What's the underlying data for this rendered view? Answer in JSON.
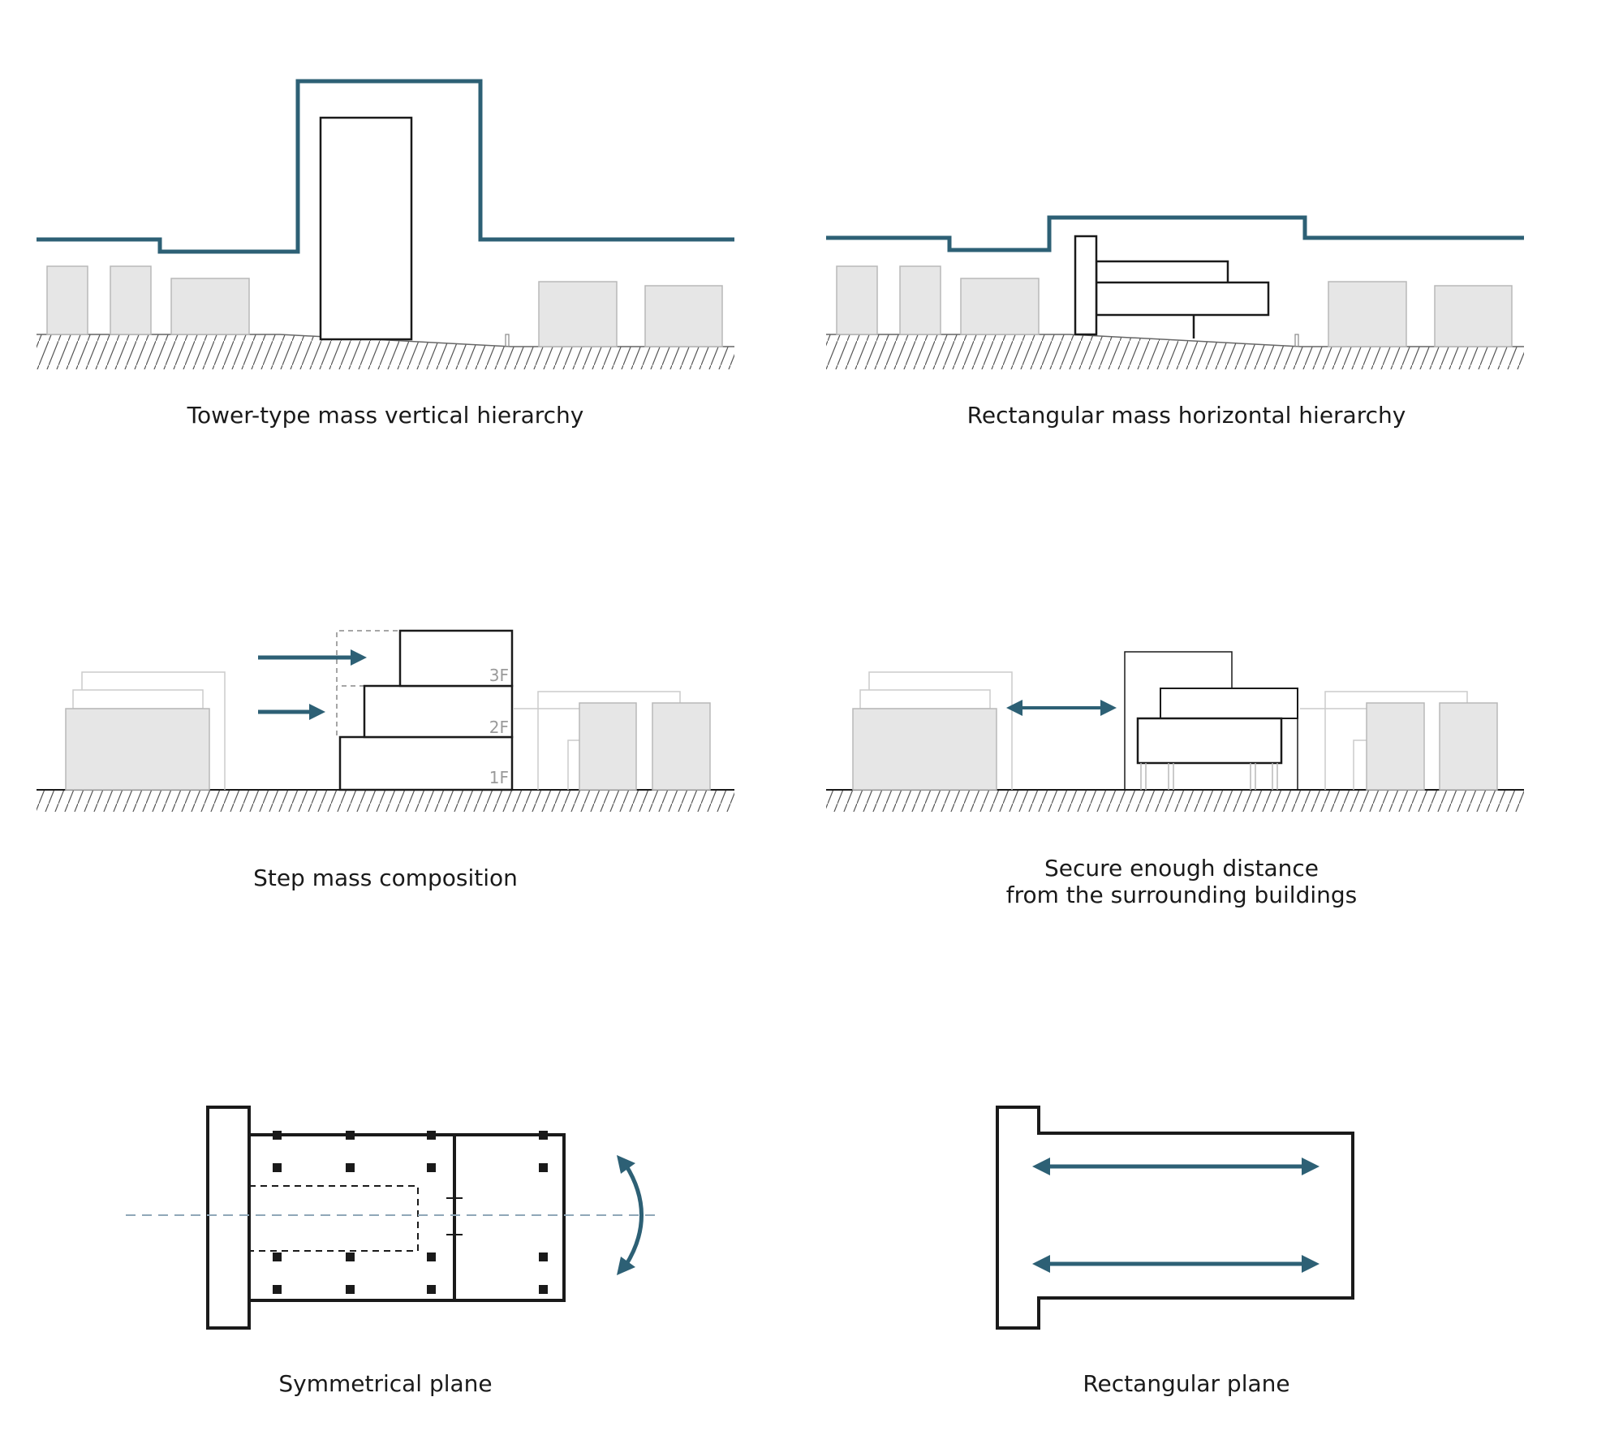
{
  "colors": {
    "accent": "#2d6075",
    "line": "#1a1a1a",
    "neighbor_fill": "#e6e6e6",
    "neighbor_stroke": "#b8b8b8",
    "ghost": "#cccccc",
    "axis": "#8fa7b8"
  },
  "captions": {
    "tower": "Tower-type mass vertical hierarchy",
    "rect_horizontal": "Rectangular mass horizontal hierarchy",
    "step": "Step mass composition",
    "distance_line1": "Secure enough distance",
    "distance_line2": "from the surrounding buildings",
    "symmetrical": "Symmetrical plane",
    "rect_plane": "Rectangular plane"
  },
  "floor_labels": [
    "3F",
    "2F",
    "1F"
  ]
}
